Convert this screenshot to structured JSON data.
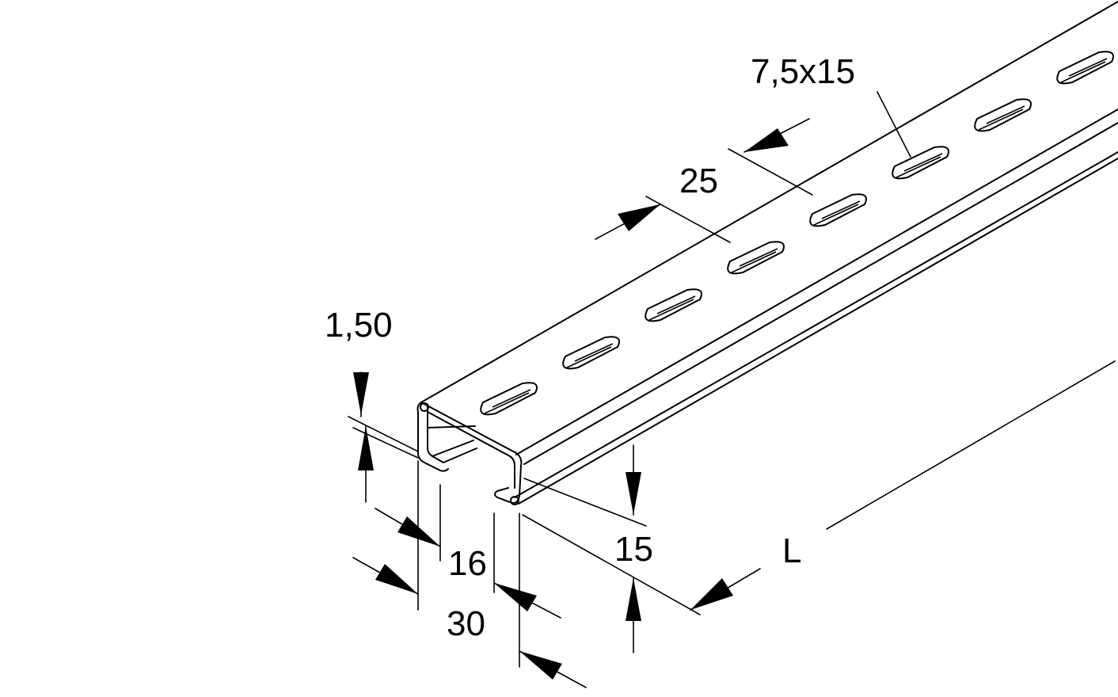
{
  "drawing": {
    "subject": "Slotted C-profile mounting rail",
    "dimensions": {
      "slot_size": "7,5x15",
      "slot_pitch": "25",
      "wall_thickness": "1,50",
      "opening_width": "16",
      "profile_width": "30",
      "profile_height": "15",
      "length": "L"
    },
    "colors": {
      "line": "#000000",
      "background": "#ffffff"
    }
  }
}
